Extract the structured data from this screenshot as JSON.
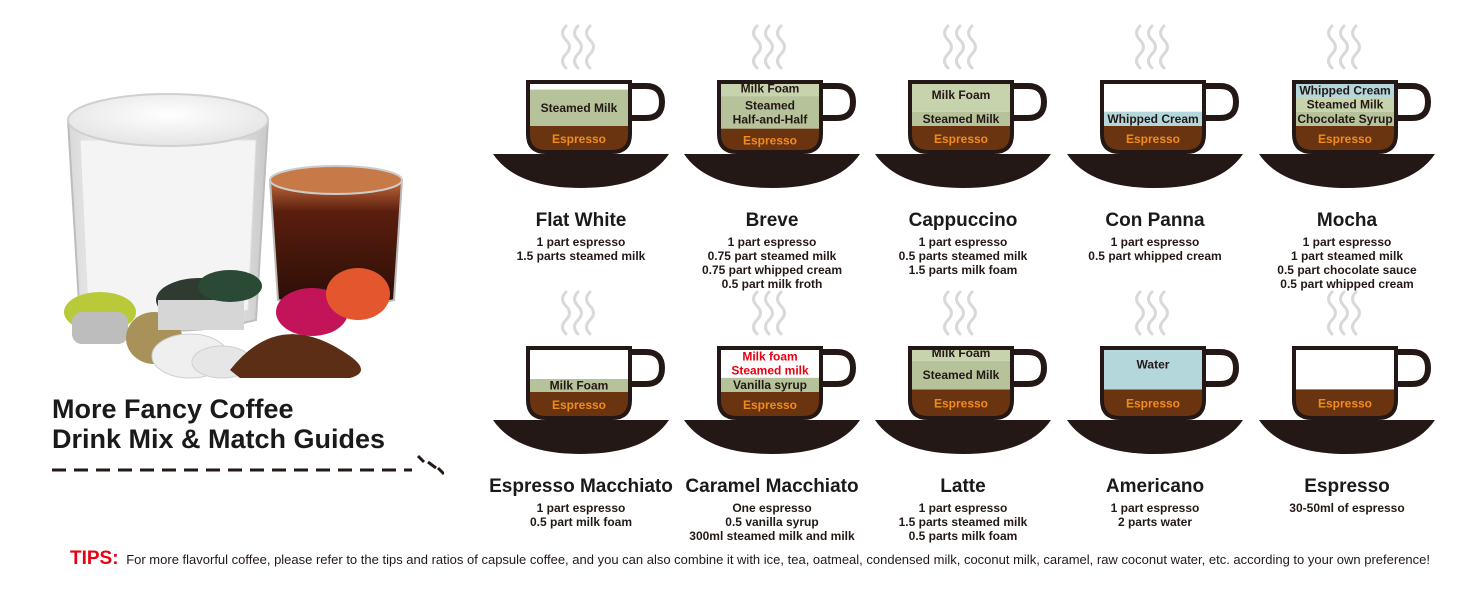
{
  "page": {
    "title_line1": "More Fancy Coffee",
    "title_line2": "Drink Mix & Match Guides"
  },
  "colors": {
    "espresso": "#6b3410",
    "espresso_text": "#f08c1e",
    "milk": "#b5c29a",
    "foam": "#c7d3ad",
    "whipped_cream": "#b4d7dc",
    "water": "#b4d7dc",
    "cup_outline": "#231815",
    "saucer": "#231815",
    "steam": "#d9d9d9",
    "highlight_red": "#e60012"
  },
  "drinks": [
    {
      "name": "Flat White",
      "layers": [
        {
          "label": "Espresso",
          "kind": "espresso",
          "parts": 1
        },
        {
          "label": "Steamed Milk",
          "kind": "milk",
          "parts": 1.4
        }
      ],
      "recipe": [
        "1 part espresso",
        "1.5 parts steamed milk"
      ]
    },
    {
      "name": "Breve",
      "layers": [
        {
          "label": "Espresso",
          "kind": "espresso",
          "parts": 0.9
        },
        {
          "label": "Steamed\nHalf-and-Half",
          "kind": "milk",
          "parts": 1.25
        },
        {
          "label": "Milk Foam",
          "kind": "foam",
          "parts": 0.6
        }
      ],
      "recipe": [
        "1 part espresso",
        "0.75 part steamed milk",
        "0.75 part whipped cream",
        "0.5 part milk froth"
      ]
    },
    {
      "name": "Cappuccino",
      "layers": [
        {
          "label": "Espresso",
          "kind": "espresso",
          "parts": 1
        },
        {
          "label": "Steamed Milk",
          "kind": "milk",
          "parts": 0.55
        },
        {
          "label": "Milk Foam",
          "kind": "foam",
          "parts": 1.3
        }
      ],
      "recipe": [
        "1 part espresso",
        "0.5 parts steamed milk",
        "1.5 parts milk foam"
      ]
    },
    {
      "name": "Con Panna",
      "layers": [
        {
          "label": "Espresso",
          "kind": "espresso",
          "parts": 1
        },
        {
          "label": "Whipped Cream",
          "kind": "cream",
          "parts": 0.55
        }
      ],
      "recipe": [
        "1 part espresso",
        "0.5 part whipped cream"
      ]
    },
    {
      "name": "Mocha",
      "layers": [
        {
          "label": "Espresso",
          "kind": "espresso",
          "parts": 1
        },
        {
          "label": "Chocolate Syrup",
          "kind": "milk",
          "parts": 0.55
        },
        {
          "label": "Steamed Milk",
          "kind": "foam",
          "parts": 0.55
        },
        {
          "label": "Whipped Cream",
          "kind": "cream",
          "parts": 0.55
        }
      ],
      "recipe": [
        "1 part espresso",
        "1 part steamed milk",
        "0.5 part chocolate sauce",
        "0.5 part whipped cream"
      ]
    },
    {
      "name": "Espresso Macchiato",
      "layers": [
        {
          "label": "Espresso",
          "kind": "espresso",
          "parts": 1
        },
        {
          "label": "Milk Foam",
          "kind": "milk",
          "parts": 0.5
        }
      ],
      "recipe": [
        "1 part espresso",
        "0.5 part milk foam"
      ]
    },
    {
      "name": "Caramel Macchiato",
      "layers": [
        {
          "label": "Espresso",
          "kind": "espresso",
          "parts": 1
        },
        {
          "label": "Vanilla syrup",
          "kind": "milk",
          "parts": 0.55
        },
        {
          "label": "Steamed milk",
          "kind": "plain-red",
          "parts": 0.55
        },
        {
          "label": "Milk foam",
          "kind": "plain-red",
          "parts": 0.55
        }
      ],
      "recipe": [
        "One espresso",
        "0.5 vanilla syrup",
        "300ml steamed milk and milk"
      ]
    },
    {
      "name": "Latte",
      "layers": [
        {
          "label": "Espresso",
          "kind": "espresso",
          "parts": 1.1
        },
        {
          "label": "Steamed Milk",
          "kind": "milk",
          "parts": 1.1
        },
        {
          "label": "Milk Foam",
          "kind": "foam",
          "parts": 0.6
        }
      ],
      "recipe": [
        "1 part espresso",
        "1.5 parts steamed milk",
        "0.5 parts milk foam"
      ]
    },
    {
      "name": "Americano",
      "layers": [
        {
          "label": "Espresso",
          "kind": "espresso",
          "parts": 1.1
        },
        {
          "label": "Water",
          "kind": "water",
          "parts": 1.9
        }
      ],
      "recipe": [
        "1 part espresso",
        "2 parts water"
      ]
    },
    {
      "name": "Espresso",
      "layers": [
        {
          "label": "Espresso",
          "kind": "espresso",
          "parts": 1.1
        }
      ],
      "recipe": [
        "30-50ml of espresso"
      ]
    }
  ],
  "tips": {
    "label": "TIPS:",
    "text": "For more flavorful coffee, please refer to the tips and ratios of capsule coffee, and you can also combine it with ice, tea, oatmeal, condensed milk, coconut milk, caramel, raw coconut water, etc. according to your own preference!"
  }
}
